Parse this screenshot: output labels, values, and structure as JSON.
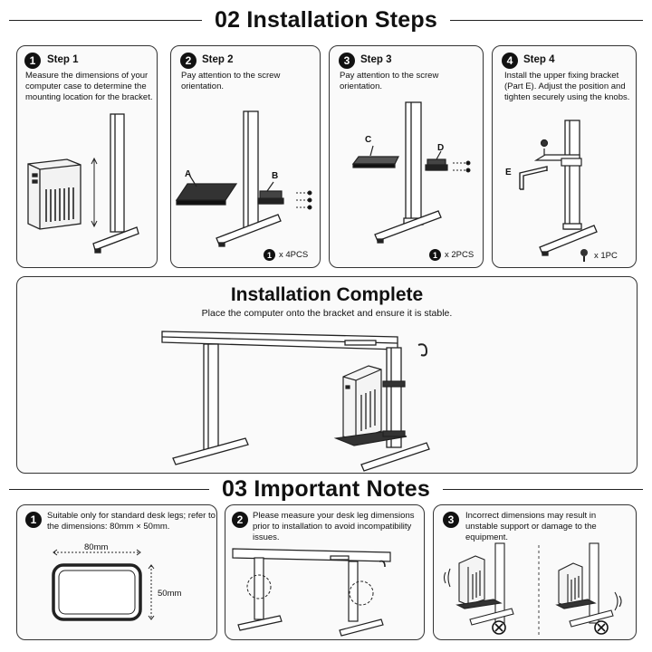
{
  "install_section": {
    "title": "02 Installation Steps"
  },
  "steps": [
    {
      "num": "1",
      "label": "Step 1",
      "desc": "Measure the dimensions of your computer case to determine the mounting location for the bracket."
    },
    {
      "num": "2",
      "label": "Step 2",
      "desc": "Pay attention to the screw orientation.",
      "part_a": "A",
      "part_b": "B",
      "qty_num": "1",
      "qty_text": "x 4PCS"
    },
    {
      "num": "3",
      "label": "Step 3",
      "desc": "Pay attention to the screw orientation.",
      "part_c": "C",
      "part_d": "D",
      "qty_num": "1",
      "qty_text": "x 2PCS"
    },
    {
      "num": "4",
      "label": "Step 4",
      "desc": "Install the upper fixing bracket (Part E). Adjust the position and tighten securely using the knobs.",
      "part_e": "E",
      "qty_text": "x 1PC"
    }
  ],
  "complete": {
    "title": "Installation Complete",
    "subtitle": "Place the computer onto the bracket and ensure it is stable."
  },
  "notes_section": {
    "title": "03 Important Notes"
  },
  "notes": [
    {
      "num": "1",
      "desc": "Suitable only for standard desk legs; refer to the dimensions: 80mm × 50mm.",
      "dim_w": "80mm",
      "dim_h": "50mm"
    },
    {
      "num": "2",
      "desc": "Please measure your desk leg dimensions prior to installation to avoid incompatibility issues."
    },
    {
      "num": "3",
      "desc": "Incorrect dimensions may result in unstable support or damage to the equipment."
    }
  ],
  "icons": [
    "tower-pc-icon",
    "desk-leg-icon",
    "screw-icon",
    "knob-icon",
    "cross-circle-icon"
  ]
}
